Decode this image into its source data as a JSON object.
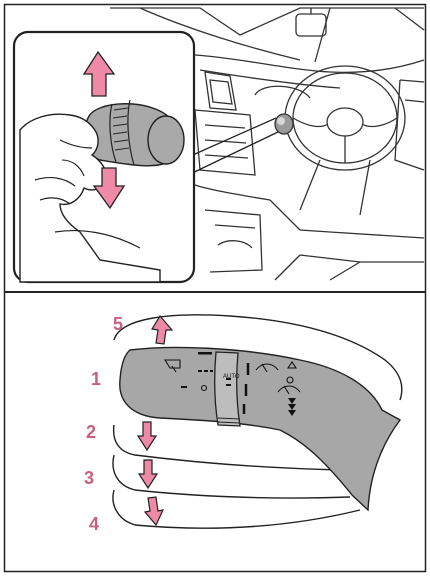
{
  "top_panel": {
    "inset": {
      "arrow_color": "#ee8aa7"
    }
  },
  "bottom_panel": {
    "positions": [
      {
        "label": "5",
        "arrow": "up"
      },
      {
        "label": "1",
        "arrow": "none"
      },
      {
        "label": "2",
        "arrow": "down"
      },
      {
        "label": "3",
        "arrow": "down"
      },
      {
        "label": "4",
        "arrow": "down"
      }
    ],
    "label_color": "#c9607e",
    "arrow_color": "#ee8aa7",
    "stalk_color": "#a7a7a7"
  }
}
